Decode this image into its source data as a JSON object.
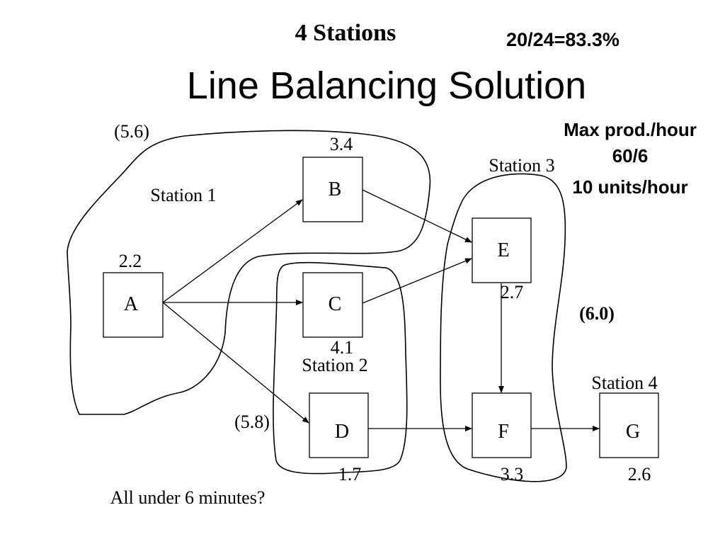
{
  "header": {
    "stations_heading": "4 Stations",
    "efficiency": "20/24=83.3%",
    "title": "Line Balancing Solution"
  },
  "max_production": {
    "line1": "Max prod./hour",
    "line2": "60/6",
    "line3": "10 units/hour"
  },
  "tasks": [
    {
      "id": "A",
      "time": "2.2"
    },
    {
      "id": "B",
      "time": "3.4"
    },
    {
      "id": "C",
      "time": "4.1"
    },
    {
      "id": "D",
      "time": "1.7"
    },
    {
      "id": "E",
      "time": "2.7"
    },
    {
      "id": "F",
      "time": "3.3"
    },
    {
      "id": "G",
      "time": "2.6"
    }
  ],
  "stations": [
    {
      "label": "Station 1",
      "total": "(5.6)"
    },
    {
      "label": "Station 2",
      "total": "(5.8)"
    },
    {
      "label": "Station 3",
      "total": "(6.0)"
    },
    {
      "label": "Station 4",
      "total": ""
    }
  ],
  "edges": [
    [
      "A",
      "B"
    ],
    [
      "A",
      "C"
    ],
    [
      "A",
      "D"
    ],
    [
      "B",
      "E"
    ],
    [
      "C",
      "E"
    ],
    [
      "E",
      "F"
    ],
    [
      "D",
      "F"
    ],
    [
      "F",
      "G"
    ]
  ],
  "footer_question": "All under 6 minutes?"
}
